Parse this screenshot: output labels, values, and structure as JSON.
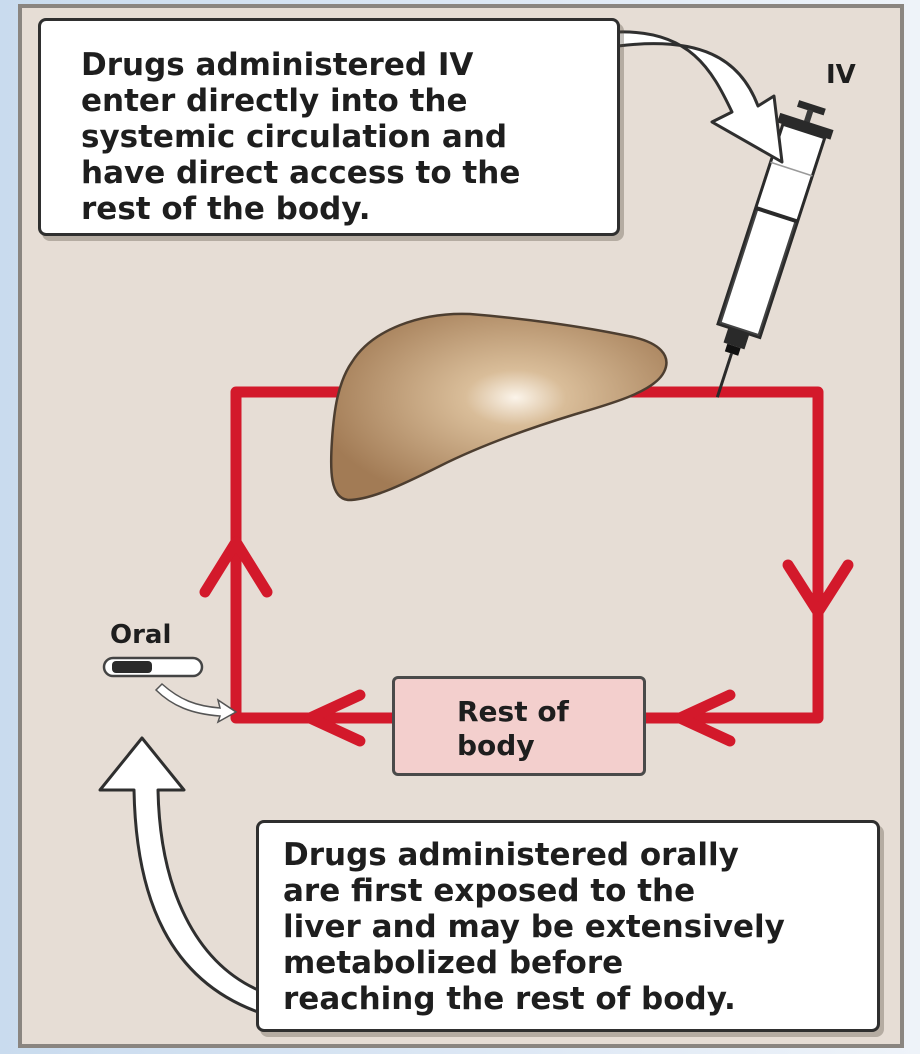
{
  "iv_callout": {
    "text": "Drugs administered IV\nenter directly into the\nsystemic circulation and\nhave direct access to the\nrest of the body."
  },
  "oral_callout": {
    "text": "Drugs administered orally\nare first exposed to the\nliver and may be extensively\nmetabolized before\nreaching the rest of body."
  },
  "labels": {
    "iv": "IV",
    "oral": "Oral",
    "rest_of_body": "Rest of\nbody"
  },
  "colors": {
    "circulation": "#d3192b",
    "liver": "#b58f66",
    "panel_background": "#e6ddd5",
    "rest_of_body_box": "#f3cfcd"
  },
  "icons": [
    "syringe-icon",
    "liver-icon",
    "capsule-icon"
  ]
}
